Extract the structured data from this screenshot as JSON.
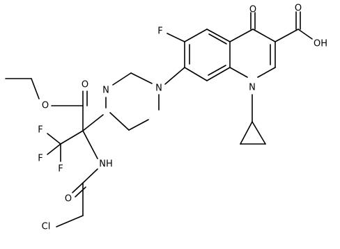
{
  "molecule": {
    "atoms": {
      "O_ketone": "O",
      "OH_acid": "OH",
      "O_carbonyl_acid": "O",
      "F_ring": "F",
      "N_quinoline": "N",
      "N_piperazine": "N",
      "N_piperazine_2": "N",
      "O_ester_carbonyl": "O",
      "O_ester": "O",
      "F_1": "F",
      "F_2": "F",
      "F_3": "F",
      "NH": "NH",
      "O_amide": "O",
      "Cl": "Cl"
    },
    "colors": {
      "bond": "#000000",
      "label": "#000000",
      "background": "#ffffff"
    }
  }
}
